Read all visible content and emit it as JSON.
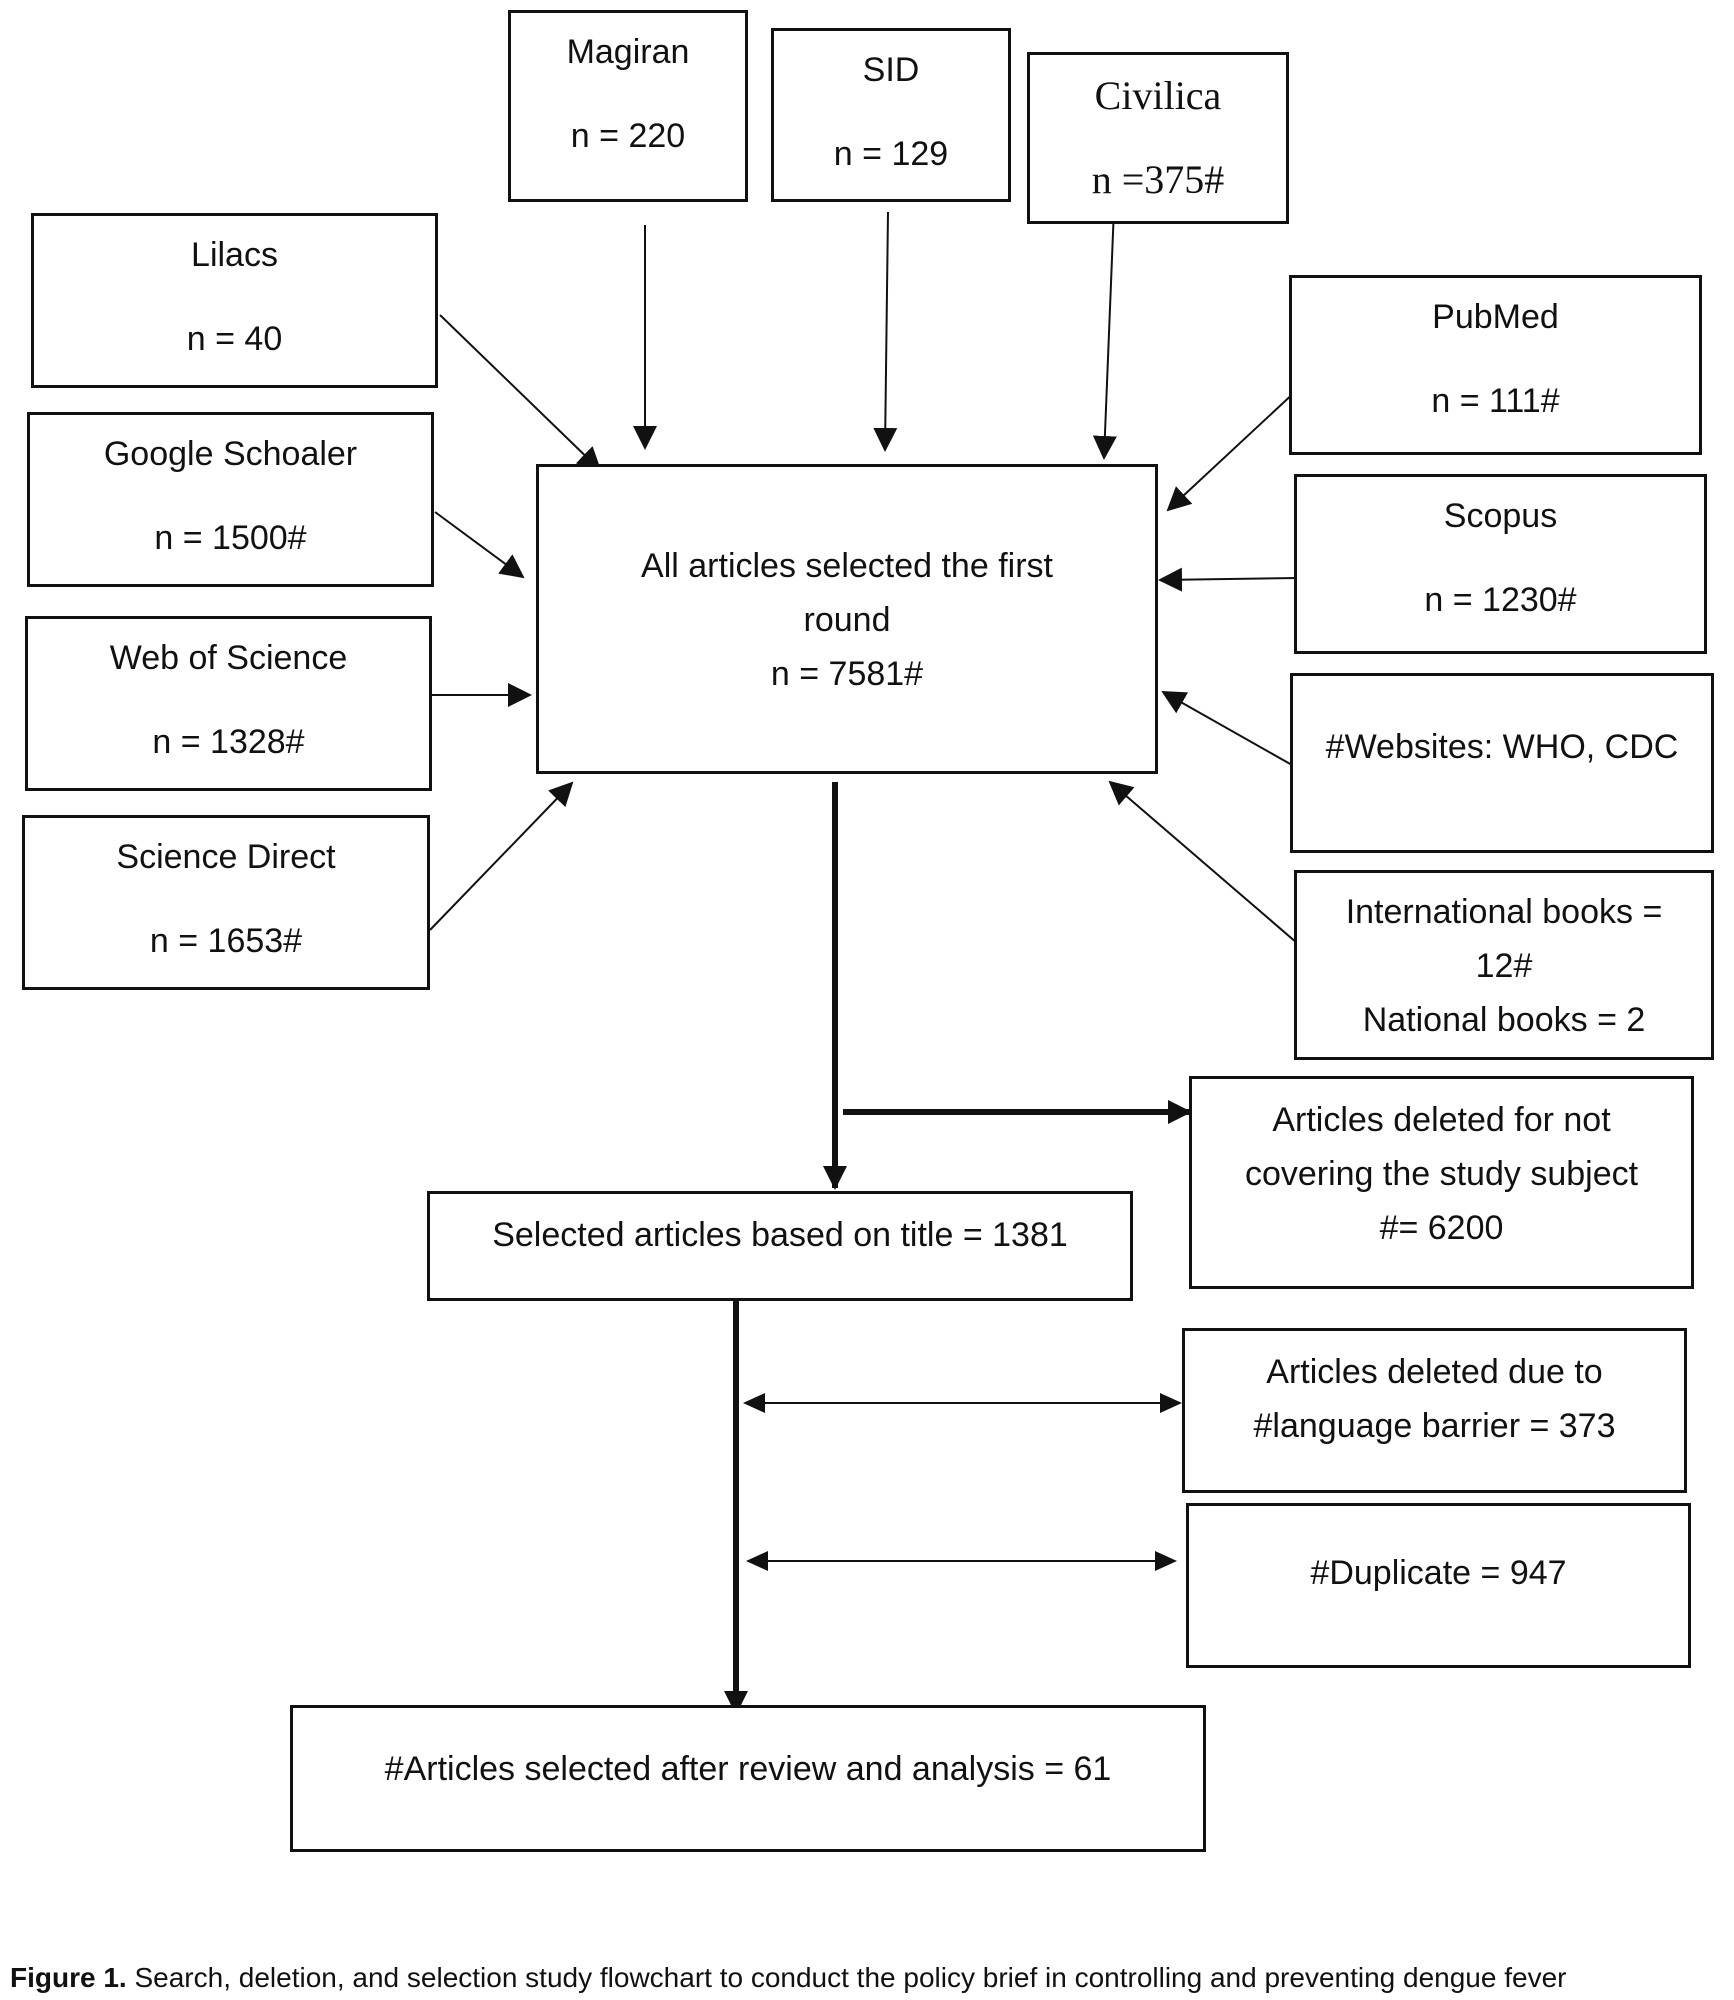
{
  "sources_left": [
    {
      "name": "Lilacs",
      "count": "n = 40"
    },
    {
      "name": "Google Schoaler",
      "count": "n = 1500#"
    },
    {
      "name": "Web of Science",
      "count": "n = 1328#"
    },
    {
      "name": "Science Direct",
      "count": "n = 1653#"
    }
  ],
  "sources_top": [
    {
      "name": "Magiran",
      "count": "n = 220"
    },
    {
      "name": "SID",
      "count": "n = 129"
    },
    {
      "name": "Civilica",
      "count": "n =375#"
    }
  ],
  "sources_right": [
    {
      "name": "PubMed",
      "count": "n = 111#"
    },
    {
      "name": "Scopus",
      "count": "n = 1230#"
    },
    {
      "name": "#Websites: WHO, CDC"
    },
    {
      "lines": [
        "International books =",
        "12#",
        "National books = 2"
      ]
    }
  ],
  "first_round": {
    "lines": [
      "All articles selected the first",
      "round",
      "n = 7581#"
    ]
  },
  "title_selected": "Selected articles based on title = 1381",
  "deleted_subject": {
    "lines": [
      "Articles deleted for not",
      "covering the study subject",
      "#= 6200"
    ]
  },
  "deleted_language": {
    "lines": [
      "Articles deleted due to",
      "#language barrier = 373"
    ]
  },
  "duplicate": "#Duplicate = 947",
  "final": "#Articles selected after review and analysis = 61",
  "caption": {
    "label": "Figure 1.",
    "text": " Search, deletion, and selection study flowchart to conduct the policy brief in controlling and preventing dengue fever"
  }
}
